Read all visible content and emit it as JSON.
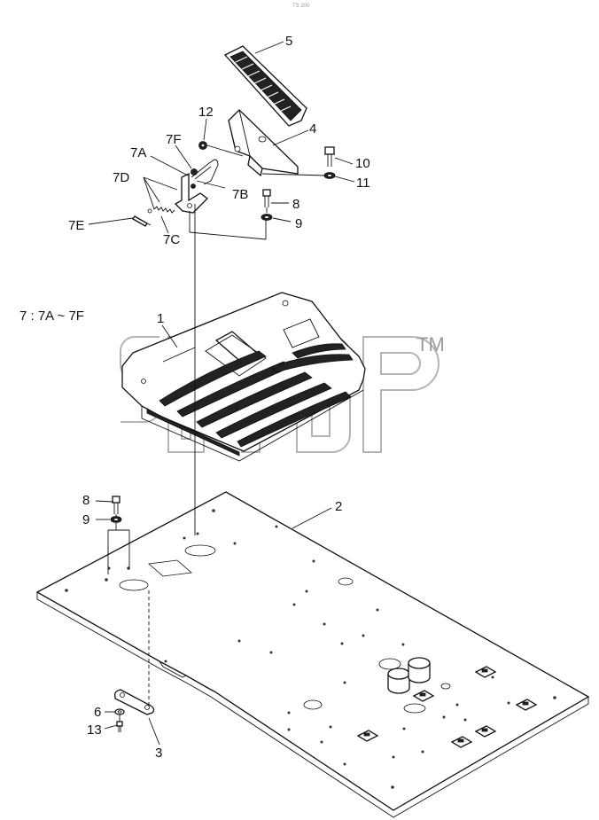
{
  "header": {
    "tiny_text": "TS 200"
  },
  "note": "7 : 7A ~ 7F",
  "watermark": {
    "symbol": "TM"
  },
  "callouts": {
    "c1": "1",
    "c2": "2",
    "c3": "3",
    "c4": "4",
    "c5": "5",
    "c6": "6",
    "c7A": "7A",
    "c7B": "7B",
    "c7C": "7C",
    "c7D": "7D",
    "c7E": "7E",
    "c7F": "7F",
    "c8a": "8",
    "c8b": "8",
    "c9a": "9",
    "c9b": "9",
    "c10": "10",
    "c11": "11",
    "c12": "12",
    "c13": "13"
  }
}
